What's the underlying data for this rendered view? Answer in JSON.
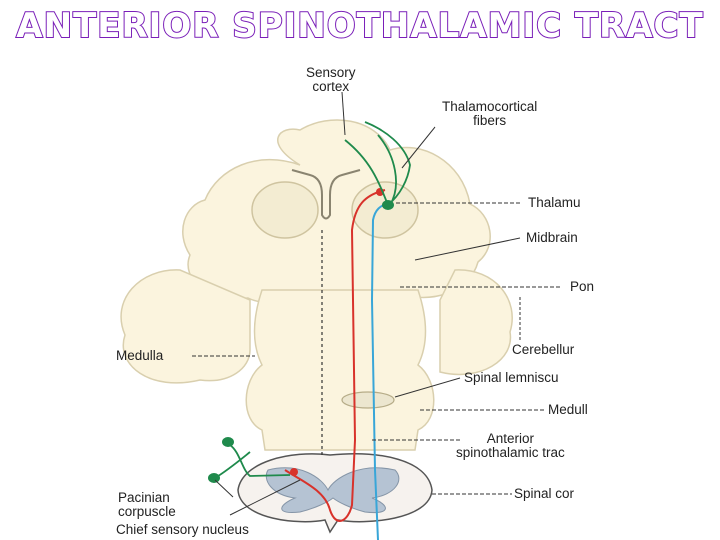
{
  "title": "ANTERIOR SPINOTHALAMIC TRACT",
  "labels": {
    "sensory_cortex": "Sensory\ncortex",
    "thalamocortical_fibers": "Thalamocortical\nfibers",
    "thalamus": "Thalamu",
    "midbrain": "Midbrain",
    "pons": "Pon",
    "cerebellum": "Cerebellur",
    "spinal_lemniscus": "Spinal lemniscu",
    "medulla_right": "Medull",
    "anterior_spinothalamic_tract": "Anterior\nspinothalamic trac",
    "spinal_cord": "Spinal cor",
    "medulla_left": "Medulla",
    "pacinian_corpuscle": "Pacinian\ncorpuscle",
    "chief_sensory_nucleus": "Chief sensory nucleus"
  },
  "colors": {
    "title_outline": "#7a1fb8",
    "brain_fill": "#fbf4de",
    "brain_stroke": "#d9cfae",
    "tract_red": "#d8322b",
    "tract_blue": "#39a6d8",
    "neuron_green": "#1f8a4c",
    "leader_line": "#333333"
  }
}
